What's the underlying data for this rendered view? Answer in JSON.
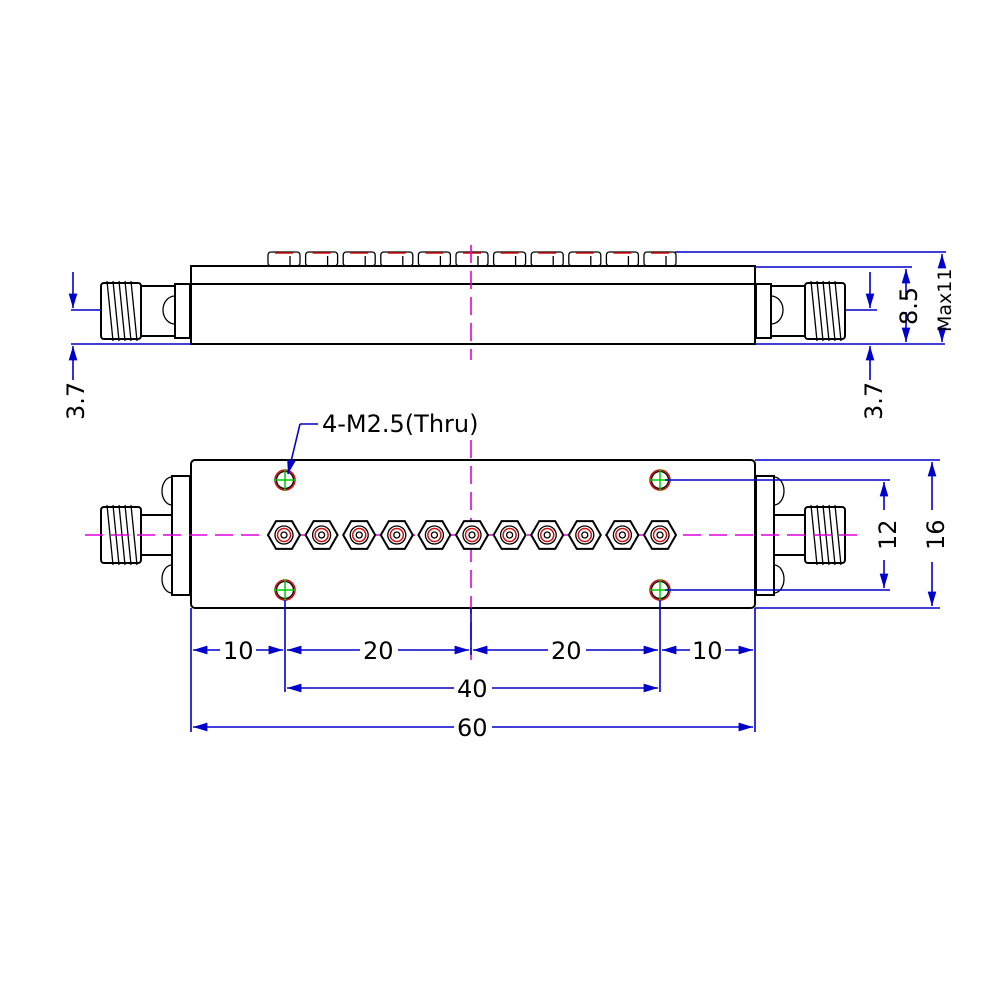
{
  "labels": {
    "left_offset": "3.7",
    "right_offset": "3.7",
    "body_height": "8.5",
    "max_height": "Max11",
    "mount_holes": "4-M2.5(Thru)",
    "hole_spacing_vertical": "12",
    "body_width": "16",
    "edge_left": "10",
    "center_left": "20",
    "center_right": "20",
    "edge_right": "10",
    "hole_spacing_horizontal": "40",
    "body_length": "60"
  },
  "tuning_screw_count": 11,
  "colors": {
    "dimension": "#0000cc",
    "centerline": "#e000e0",
    "hole_mark": "#00cc00",
    "thread": "#d01010"
  }
}
